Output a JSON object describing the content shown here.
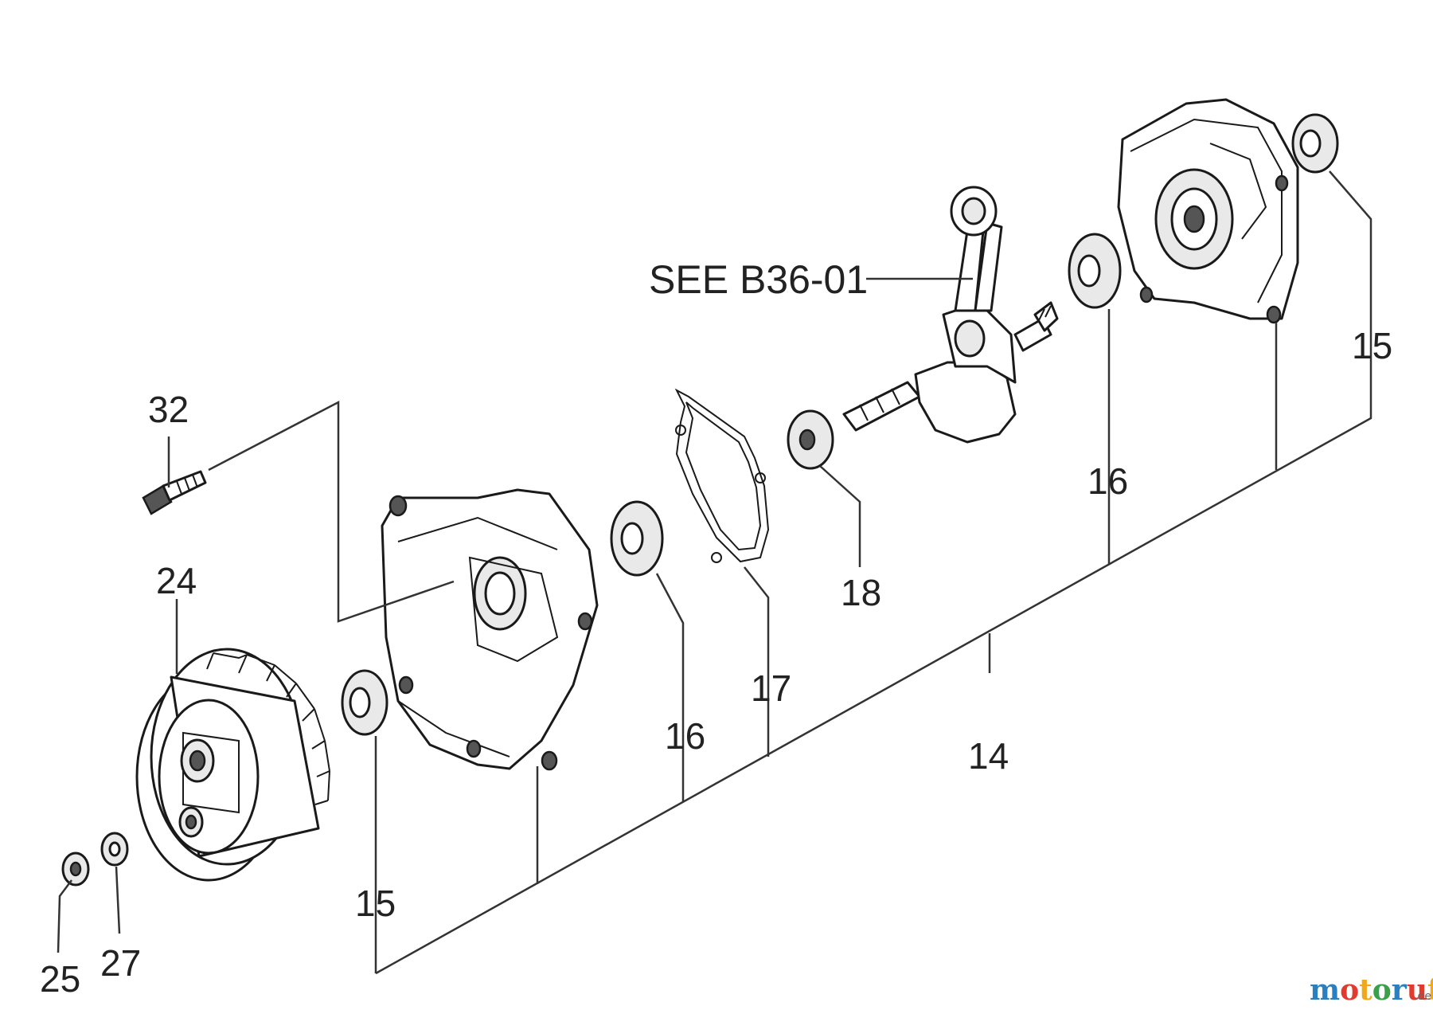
{
  "diagram": {
    "reference_label": "SEE B36-01",
    "callouts": {
      "c14": "14",
      "c15_left": "15",
      "c15_right": "15",
      "c16_left": "16",
      "c16_right": "16",
      "c17": "17",
      "c18": "18",
      "c24": "24",
      "c25": "25",
      "c27": "27",
      "c32": "32"
    }
  },
  "watermark": {
    "name": "motoruf",
    "suffix": ".de",
    "colors": [
      "#2a7fc1",
      "#e23a2e",
      "#f2a81d",
      "#3aa04a",
      "#2a7fc1",
      "#e23a2e",
      "#f2a81d"
    ]
  }
}
